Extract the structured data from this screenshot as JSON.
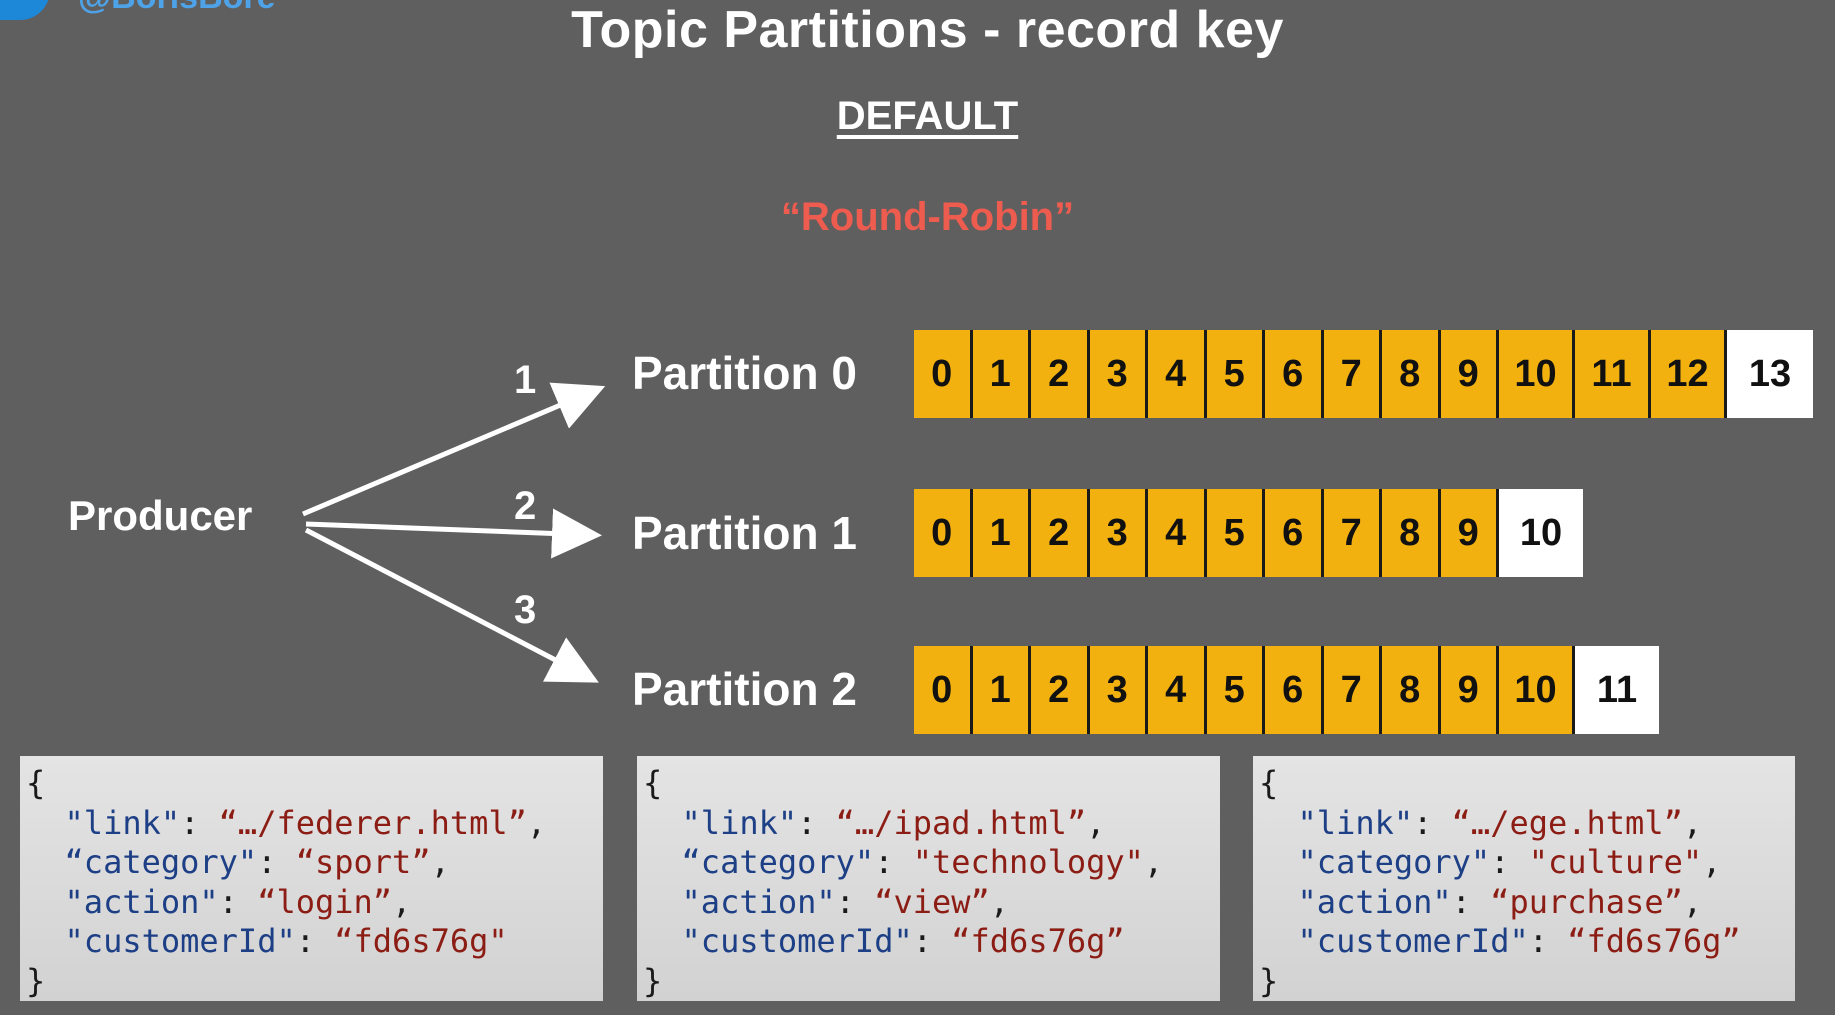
{
  "header": {
    "handle": "@BorisBore",
    "title": "Topic Partitions - record key",
    "subtitle": "DEFAULT",
    "strategy": "“Round-Robin”",
    "strategy_color": "#ee5b4f"
  },
  "producer": {
    "label": "Producer"
  },
  "arrows": [
    {
      "label": "1",
      "target": "Partition 0"
    },
    {
      "label": "2",
      "target": "Partition 1"
    },
    {
      "label": "3",
      "target": "Partition 2"
    }
  ],
  "partitions": [
    {
      "label": "Partition 0",
      "offsets": [
        "0",
        "1",
        "2",
        "3",
        "4",
        "5",
        "6",
        "7",
        "8",
        "9",
        "10",
        "11",
        "12"
      ],
      "next_offset": "13"
    },
    {
      "label": "Partition 1",
      "offsets": [
        "0",
        "1",
        "2",
        "3",
        "4",
        "5",
        "6",
        "7",
        "8",
        "9"
      ],
      "next_offset": "10"
    },
    {
      "label": "Partition 2",
      "offsets": [
        "0",
        "1",
        "2",
        "3",
        "4",
        "5",
        "6",
        "7",
        "8",
        "9",
        "10"
      ],
      "next_offset": "11"
    }
  ],
  "colors": {
    "background": "#5f5f5f",
    "written_offset": "#f2b10f",
    "next_offset": "#ffffff",
    "json_key": "#1d3f86",
    "json_value": "#8c1d14"
  },
  "records": [
    {
      "open": "{",
      "fields": [
        {
          "key": "\"link\"",
          "value": "“…/federer.html”",
          "trail": ","
        },
        {
          "key": "“category\"",
          "value": "“sport”",
          "trail": ","
        },
        {
          "key": "\"action\"",
          "value": "“login”",
          "trail": ","
        },
        {
          "key": "\"customerId\"",
          "value": "“fd6s76g\"",
          "trail": ""
        }
      ],
      "close": "}"
    },
    {
      "open": "{",
      "fields": [
        {
          "key": "\"link\"",
          "value": "“…/ipad.html”",
          "trail": ","
        },
        {
          "key": "“category\"",
          "value": "\"technology\"",
          "trail": ","
        },
        {
          "key": "\"action\"",
          "value": "“view”",
          "trail": ","
        },
        {
          "key": "\"customerId\"",
          "value": "“fd6s76g”",
          "trail": ""
        }
      ],
      "close": "}"
    },
    {
      "open": "{",
      "fields": [
        {
          "key": "\"link\"",
          "value": "“…/ege.html”",
          "trail": ","
        },
        {
          "key": "\"category\"",
          "value": "\"culture\"",
          "trail": ","
        },
        {
          "key": "\"action\"",
          "value": "“purchase”",
          "trail": ","
        },
        {
          "key": "\"customerId\"",
          "value": "“fd6s76g”",
          "trail": ""
        }
      ],
      "close": "}"
    }
  ]
}
